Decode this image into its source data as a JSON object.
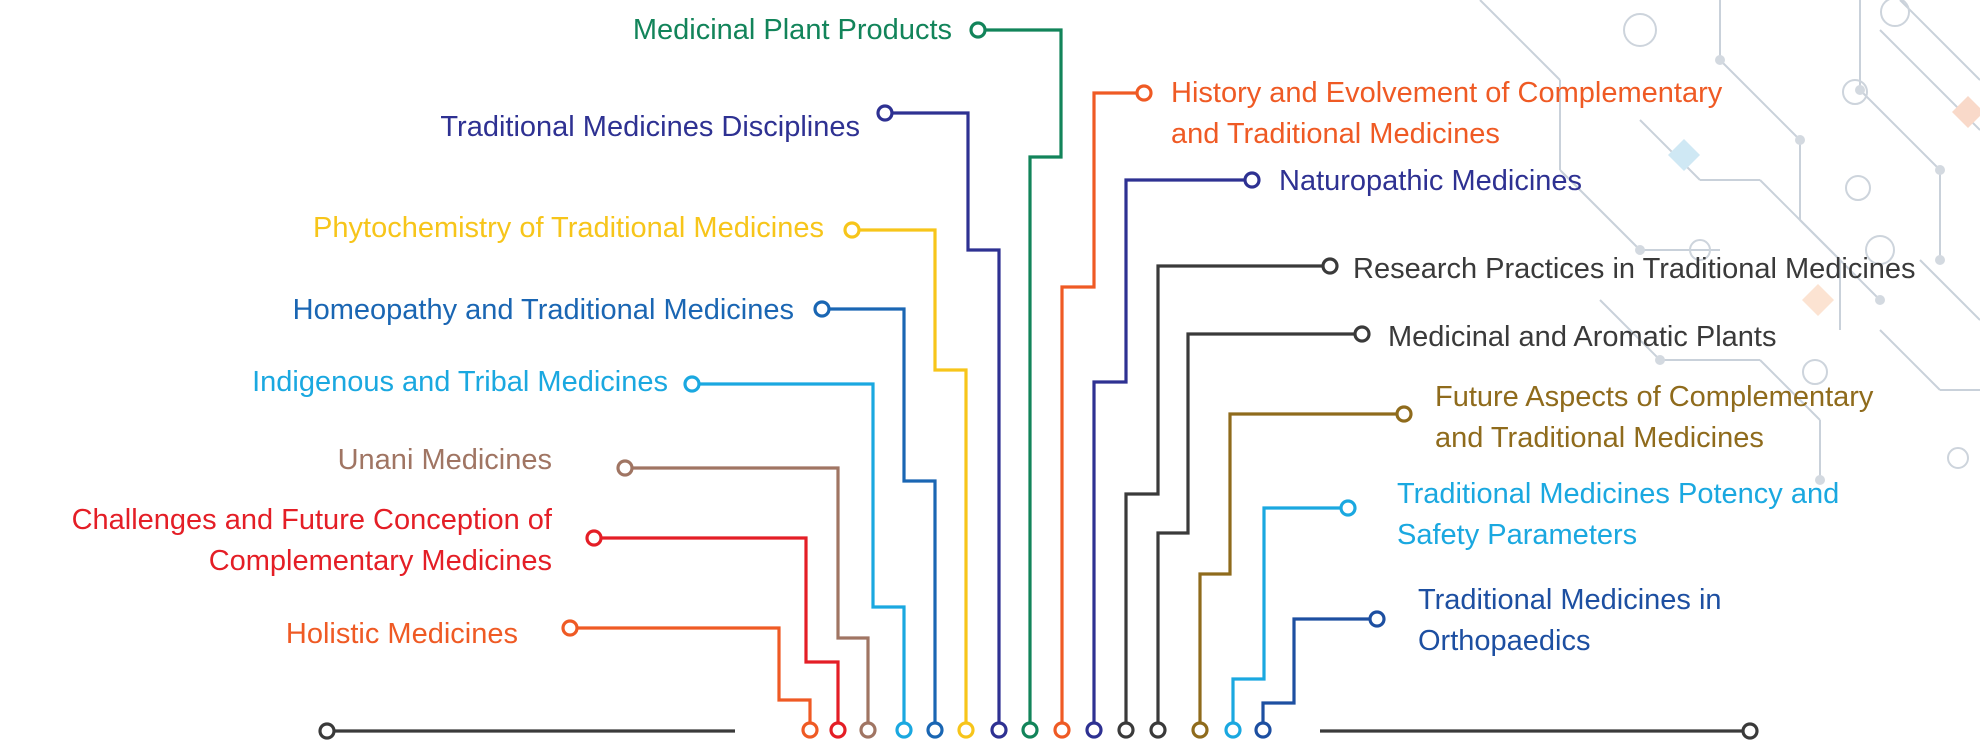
{
  "colors": {
    "green": "#12845a",
    "navy": "#2e3192",
    "yellow": "#f7c51a",
    "blue": "#1a66b3",
    "cyan": "#1aa8e0",
    "brown": "#a07563",
    "red": "#e41e26",
    "orange": "#ef5a24",
    "dark": "#3a3a3a",
    "olive": "#8f6b1c",
    "royal": "#1d4fa1",
    "deco": "#c9d1da"
  },
  "left_topics": [
    {
      "label": "Medicinal Plant Products",
      "color": "green"
    },
    {
      "label": "Traditional Medicines Disciplines",
      "color": "navy"
    },
    {
      "label": "Phytochemistry of Traditional Medicines",
      "color": "yellow"
    },
    {
      "label": "Homeopathy and Traditional Medicines",
      "color": "blue"
    },
    {
      "label": "Indigenous and Tribal Medicines",
      "color": "cyan"
    },
    {
      "label": "Unani Medicines",
      "color": "brown"
    },
    {
      "label": "Challenges and Future Conception of",
      "label2": "Complementary Medicines",
      "color": "red"
    },
    {
      "label": "Holistic Medicines",
      "color": "orange"
    }
  ],
  "right_topics": [
    {
      "label": "History and Evolvement of Complementary",
      "label2": "and Traditional Medicines",
      "color": "orange"
    },
    {
      "label": "Naturopathic Medicines",
      "color": "navy"
    },
    {
      "label": "Research Practices in Traditional Medicines",
      "color": "dark"
    },
    {
      "label": "Medicinal and Aromatic Plants",
      "color": "dark"
    },
    {
      "label": "Future Aspects of Complementary",
      "label2": "and Traditional Medicines",
      "color": "olive"
    },
    {
      "label": "Traditional Medicines Potency and",
      "label2": "Safety Parameters",
      "color": "cyan"
    },
    {
      "label": "Traditional Medicines in",
      "label2": "Orthopaedics",
      "color": "royal"
    }
  ]
}
